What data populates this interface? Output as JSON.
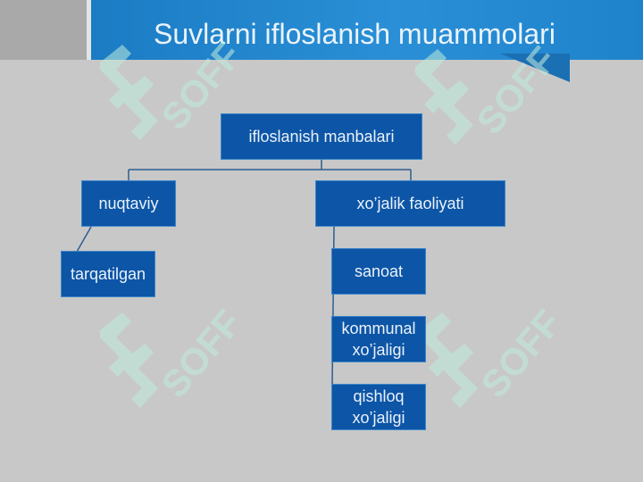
{
  "slide": {
    "title": "Suvlarni ifloslanish muammolari"
  },
  "watermark": {
    "text": "SOFF",
    "icon": "soff-logo-icon",
    "color": "#bfeedd"
  },
  "diagram": {
    "root": "ifloslanish manbalari",
    "left_branch": "nuqtaviy",
    "left_child": "tarqatilgan",
    "right_branch": "xo’jalik faoliyati",
    "right_children": {
      "industry": "sanoat",
      "communal": "kommunal xo’jaligi",
      "agriculture": "qishloq xo’jaligi"
    }
  },
  "colors": {
    "background": "#c8c8c8",
    "header_band": "#1b7cc4",
    "node_fill": "#0d55a6",
    "node_text": "#eaf2fb",
    "connector": "#2d5e8e"
  }
}
